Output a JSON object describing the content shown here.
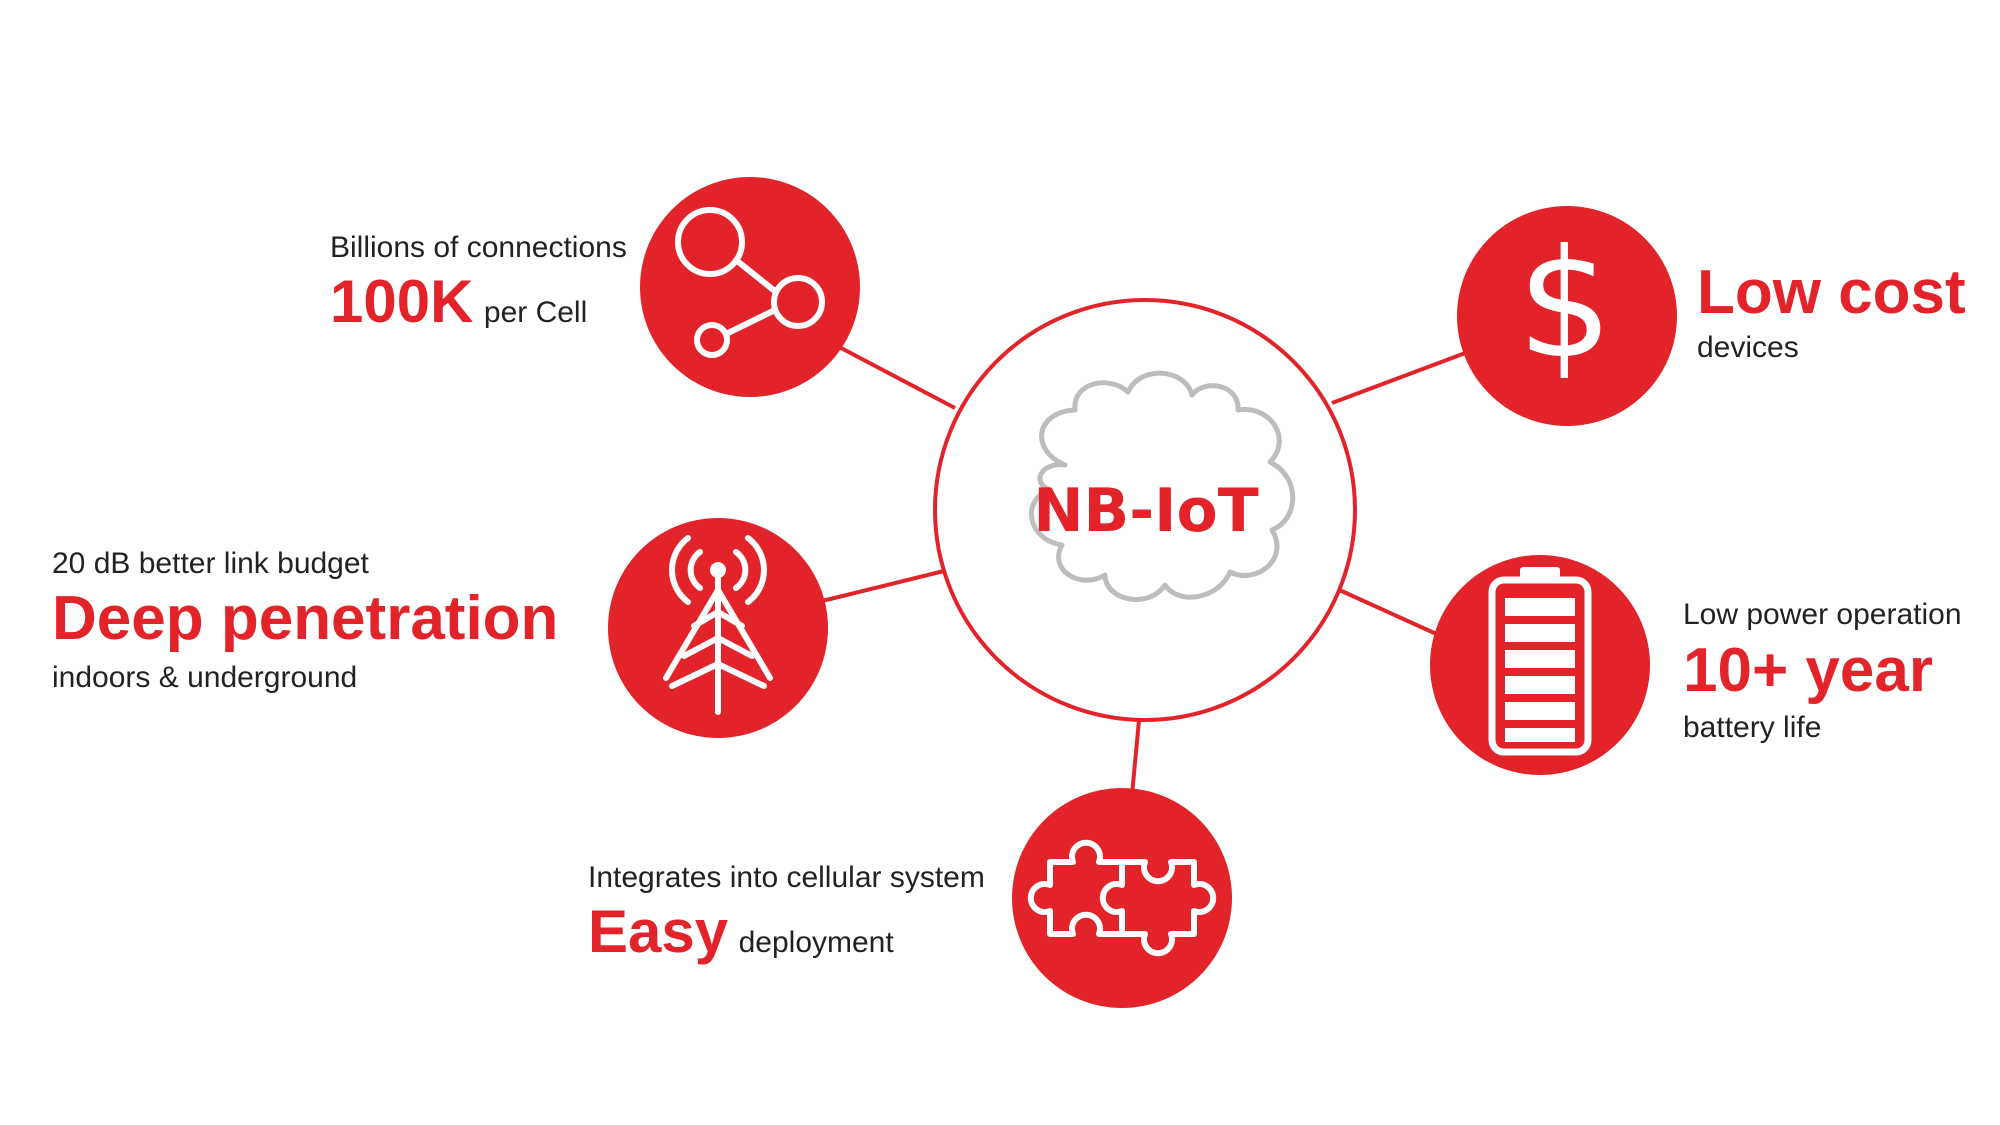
{
  "colors": {
    "accent": "#e3232a",
    "text": "#222222",
    "cloud_outline": "#bdbdbd"
  },
  "center": {
    "label": "NB-IoT",
    "icon": "cloud-icon"
  },
  "features": [
    {
      "id": "connections",
      "icon": "network-nodes-icon",
      "line1": "Billions of connections",
      "highlight": "100K",
      "suffix": "per Cell"
    },
    {
      "id": "cost",
      "icon": "dollar-icon",
      "highlight": "Low cost",
      "line3": "devices"
    },
    {
      "id": "penetration",
      "icon": "antenna-tower-icon",
      "line1": "20 dB better link budget",
      "highlight": "Deep penetration",
      "line3": "indoors & underground"
    },
    {
      "id": "battery",
      "icon": "battery-icon",
      "line1": "Low power operation",
      "highlight": "10+ year",
      "line3": "battery life"
    },
    {
      "id": "deployment",
      "icon": "puzzle-icon",
      "line1": "Integrates into cellular system",
      "highlight": "Easy",
      "suffix": "deployment"
    }
  ]
}
